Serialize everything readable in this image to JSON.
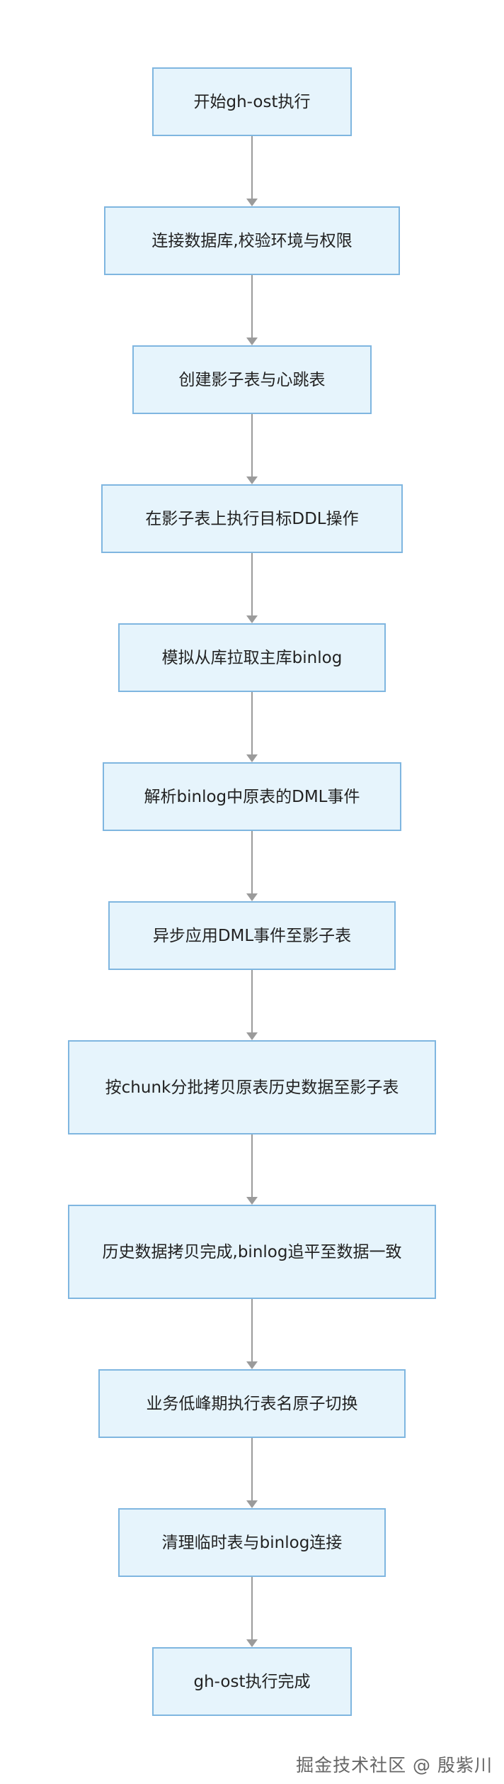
{
  "diagram": {
    "nodes": [
      {
        "label": "开始gh-ost执行"
      },
      {
        "label": "连接数据库,校验环境与权限"
      },
      {
        "label": "创建影子表与心跳表"
      },
      {
        "label": "在影子表上执行目标DDL操作"
      },
      {
        "label": "模拟从库拉取主库binlog"
      },
      {
        "label": "解析binlog中原表的DML事件"
      },
      {
        "label": "异步应用DML事件至影子表"
      },
      {
        "label": "按chunk分批拷贝原表历史数据至影子表"
      },
      {
        "label": "历史数据拷贝完成,binlog追平至数据一致"
      },
      {
        "label": "业务低峰期执行表名原子切换"
      },
      {
        "label": "清理临时表与binlog连接"
      },
      {
        "label": "gh-ost执行完成"
      }
    ]
  },
  "watermark": "掘金技术社区 @ 殷紫川"
}
